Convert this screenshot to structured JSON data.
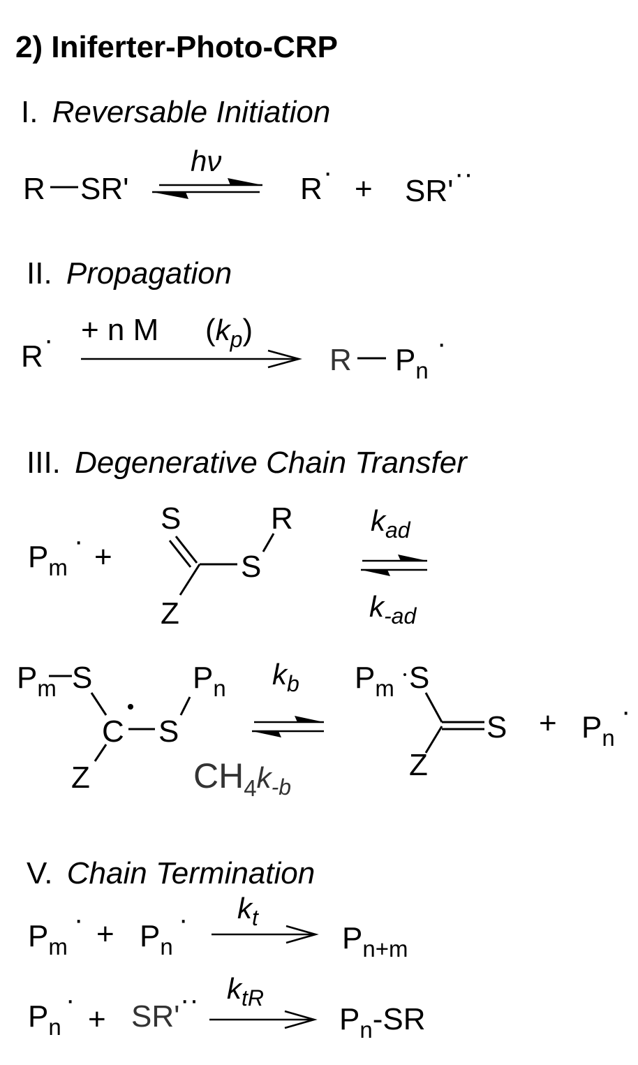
{
  "title": "2) Iniferter-Photo-CRP",
  "sections": {
    "initiation": {
      "numeral": "I.",
      "name": "Reversable Initiation",
      "reactant": "R",
      "reactant_group": "SR'",
      "condition": "hν",
      "product_1": "R",
      "plus": "+",
      "product_2": "SR'",
      "radical_dot": "·",
      "radical_dots": "··"
    },
    "propagation": {
      "numeral": "II.",
      "name": "Propagation",
      "reactant": "R",
      "radical_dot": "·",
      "reagent": "+ n M",
      "rate_open": "(",
      "rate_k": "k",
      "rate_sub": "p",
      "rate_close": ")",
      "product_r": "R",
      "product_p": "P",
      "product_sub": "n"
    },
    "transfer": {
      "numeral": "III.",
      "name": "Degenerative Chain Transfer",
      "radical": "P",
      "radical_sub": "m",
      "radical_dot": "·",
      "plus": "+",
      "cta_s_top": "S",
      "cta_s": "S",
      "cta_r": "R",
      "cta_z": "Z",
      "k_forward": "k",
      "k_forward_sub": "ad",
      "k_reverse": "k",
      "k_reverse_sub": "-ad",
      "int_pm": "P",
      "int_pm_sub": "m",
      "int_s1": "S",
      "int_c": "C",
      "int_s2": "S",
      "int_pn": "P",
      "int_pn_sub": "n",
      "int_z": "Z",
      "k_b": "k",
      "k_b_sub": "b",
      "ch4": "CH",
      "ch4_sub": "4",
      "k_minus_b": "k",
      "k_minus_b_sub": "-b",
      "prod_pm": "P",
      "prod_pm_sub": "m",
      "prod_s1": "S",
      "prod_s2": "S",
      "prod_z": "Z",
      "prod_plus": "+",
      "prod_pn": "P",
      "prod_pn_sub": "n"
    },
    "termination": {
      "numeral": "V.",
      "name": "Chain Termination",
      "r1_a": "P",
      "r1_a_sub": "m",
      "r1_plus": "+",
      "r1_b": "P",
      "r1_b_sub": "n",
      "r1_k": "k",
      "r1_k_sub": "t",
      "r1_prod": "P",
      "r1_prod_sub": "n+m",
      "r2_a": "P",
      "r2_a_sub": "n",
      "r2_plus": "+",
      "r2_b": "SR'",
      "r2_k": "k",
      "r2_k_sub": "tR",
      "r2_prod": "P",
      "r2_prod_sub": "n",
      "r2_prod_tail": "-SR",
      "radical_dot": "·",
      "radical_dots": "··"
    }
  }
}
